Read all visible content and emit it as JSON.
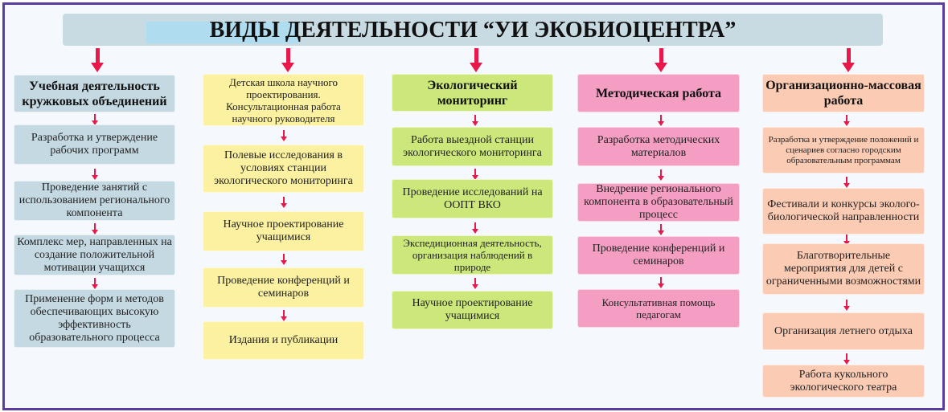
{
  "title": "ВИДЫ  ДЕЯТЕЛЬНОСТИ “УИ ЭКОБИОЦЕНТРА”",
  "colors": {
    "arrow": "#e8194a",
    "frame": "#5a3d9e",
    "col1": "#c5d9e2",
    "col2": "#fbf1a0",
    "col3": "#cce87a",
    "col4": "#f59ec4",
    "col5": "#fccbb4"
  },
  "columns": [
    {
      "header": "Учебная деятельность кружковых объединений",
      "items": [
        "Разработка и утверждение рабочих программ",
        "Проведение занятий с использованием регионального компонента",
        "Комплекс мер, направленных на создание положительной мотивации учащихся",
        "Применение форм и методов обеспечивающих высокую эффективность образовательного процесса"
      ]
    },
    {
      "header": "Детская школа научного проектирования. Консультационная работа научного руководителя",
      "items": [
        "Полевые исследования в условиях станции экологического мониторинга",
        "Научное проектирование учащимися",
        "Проведение конференций и семинаров",
        "Издания и публикации"
      ]
    },
    {
      "header": "Экологический мониторинг",
      "items": [
        "Работа выездной станции экологического мониторинга",
        "Проведение исследований на ООПТ ВКО",
        "Экспедиционная деятельность, организация наблюдений в природе",
        "Научное проектирование учащимися"
      ]
    },
    {
      "header": "Методическая работа",
      "items": [
        "Разработка методических материалов",
        "Внедрение регионального компонента в образовательный процесс",
        "Проведение конференций и семинаров",
        "Консультативная помощь педагогам"
      ]
    },
    {
      "header": "Организационно-массовая работа",
      "items": [
        "Разработка и утверждение положений и сценариев согласно городским образовательным программам",
        "Фестивали и конкурсы эколого-биологической направленности",
        "Благотворительные мероприятия для детей с ограниченными возможностями",
        "Организация летнего отдыха",
        "Работа кукольного экологического театра"
      ]
    }
  ]
}
